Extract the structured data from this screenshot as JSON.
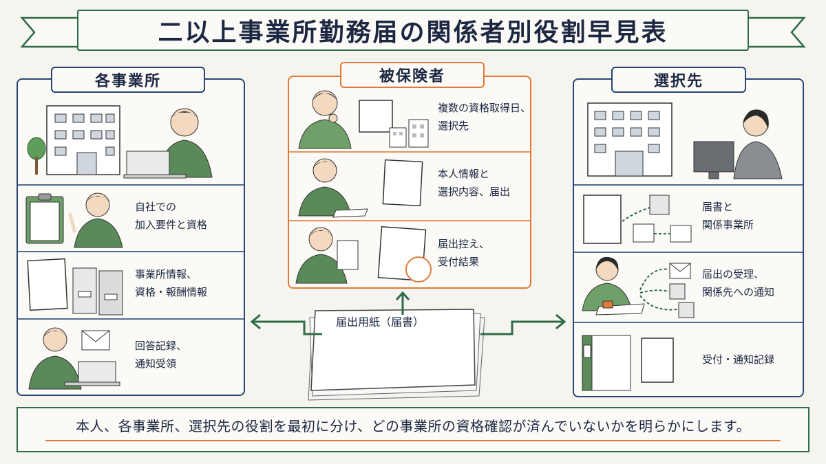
{
  "title": "二以上事業所勤務届の関係者別役割早見表",
  "colors": {
    "green": "#2e6b46",
    "navy": "#2a4577",
    "orange": "#e07a3a"
  },
  "left_panel": {
    "heading": "各事業所",
    "rows": [
      {
        "text": "",
        "icons": [
          "office-building-icon",
          "tree-icon",
          "office-worker-laptop-icon"
        ]
      },
      {
        "text": "自社での\n加入要件と資格",
        "icons": [
          "clipboard-icon",
          "pointing-worker-icon"
        ]
      },
      {
        "text": "事業所情報、\n資格・報酬情報",
        "icons": [
          "document-icon",
          "binders-icon"
        ]
      },
      {
        "text": "回答記録、\n通知受領",
        "icons": [
          "worker-laptop-icon",
          "envelope-icon"
        ]
      }
    ]
  },
  "center_panel": {
    "heading": "被保険者",
    "rows": [
      {
        "text": "複数の資格取得日、\n選択先",
        "icons": [
          "thinking-person-icon",
          "calendar-icon",
          "small-buildings-icon"
        ]
      },
      {
        "text": "本人情報と\n選択内容、届出",
        "icons": [
          "writing-person-icon",
          "document-icon"
        ]
      },
      {
        "text": "届出控え、\n受付結果",
        "icons": [
          "person-holding-document-icon",
          "stamped-document-icon"
        ]
      }
    ]
  },
  "right_panel": {
    "heading": "選択先",
    "rows": [
      {
        "text": "",
        "icons": [
          "office-building-icon",
          "worker-desktop-icon"
        ]
      },
      {
        "text": "届書と\n関係事業所",
        "icons": [
          "document-icon",
          "linked-buildings-icon"
        ]
      },
      {
        "text": "届出の受理、\n関係先への通知",
        "icons": [
          "stamping-worker-icon",
          "envelope-icon",
          "small-buildings-icon"
        ]
      },
      {
        "text": "受付・通知記録",
        "icons": [
          "binder-icon",
          "document-icon"
        ]
      }
    ]
  },
  "form": {
    "label": "届出用紙（届書）",
    "icon": "form-stack-icon"
  },
  "footer": {
    "text": "本人、各事業所、選択先の役割を最初に分け、どの事業所の資格確認が済んでいないかを明らかにします。"
  }
}
